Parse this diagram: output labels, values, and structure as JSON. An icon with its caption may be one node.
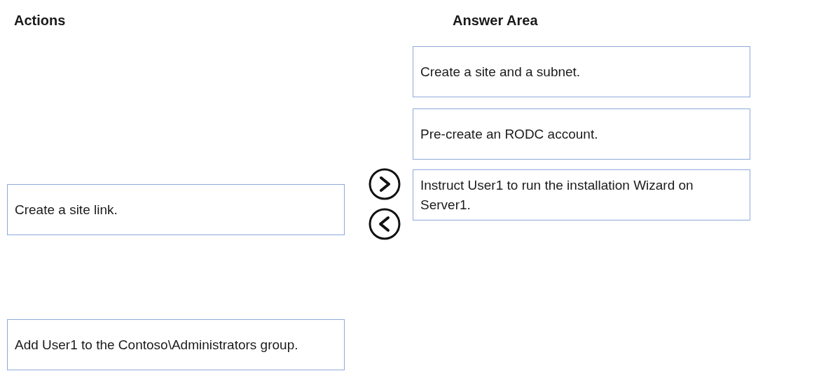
{
  "diagram": {
    "nodes": [
      {
        "text": [
          "Create a site link."
        ]
      },
      {
        "text": [
          "Add User1 to the Contoso\\Administrators group."
        ]
      },
      {
        "text": [
          "Create a site and a subnet."
        ]
      },
      {
        "text": [
          "Pre-create an RODC account."
        ]
      },
      {
        "text": [
          "Instruct User1 to run the installation Wizard on Server1."
        ]
      }
    ],
    "labels": [
      "Actions",
      "Answer Area"
    ]
  }
}
